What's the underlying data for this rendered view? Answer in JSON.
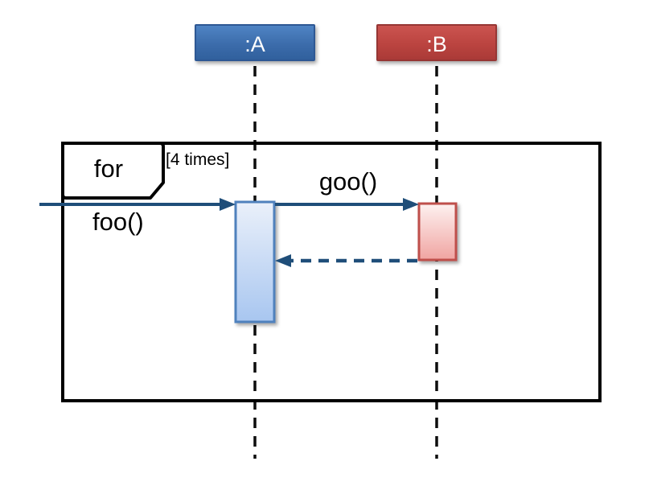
{
  "diagram": {
    "kind": "uml-sequence-diagram",
    "participants": [
      {
        "name": ":A",
        "accent": "#4f81bd"
      },
      {
        "name": ":B",
        "accent": "#c0504d"
      }
    ],
    "fragment": {
      "operator": "for",
      "guard": "[4 times]"
    },
    "messages": [
      {
        "label": "foo()",
        "type": "sync-call",
        "from": "external",
        "to": ":A"
      },
      {
        "label": "goo()",
        "type": "sync-call",
        "from": ":A",
        "to": ":B"
      },
      {
        "label": "",
        "type": "return-dashed",
        "from": ":B",
        "to": ":A"
      }
    ],
    "colors": {
      "arrow": "#1f4e79",
      "frame_border": "#000000",
      "lifeline": "#0d0d0d",
      "activation_a_border": "#4f81bd",
      "activation_a_fill_top": "#eaf0fa",
      "activation_a_fill_bottom": "#a8c6f0",
      "activation_b_border": "#bf4f4c",
      "activation_b_fill_top": "#fdf1f0",
      "activation_b_fill_bottom": "#f0a4a1"
    }
  }
}
